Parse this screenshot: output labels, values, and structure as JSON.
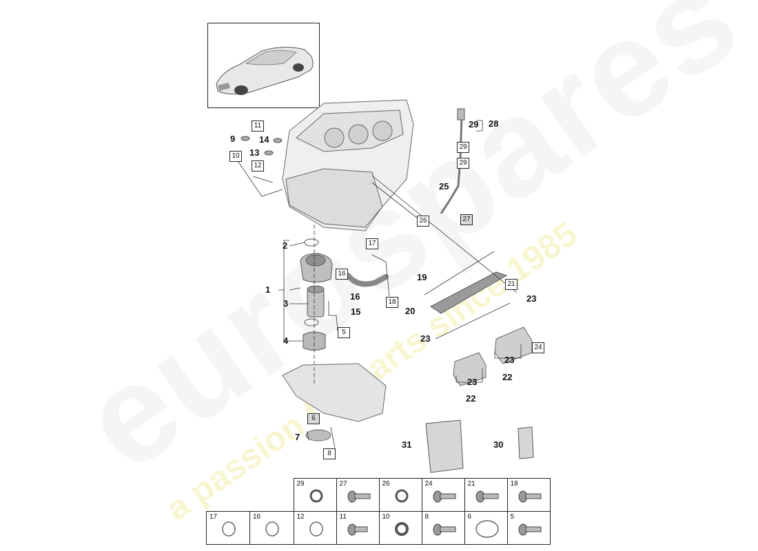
{
  "watermark": {
    "brand": "eurospares",
    "tagline": "a passion for parts since 1985"
  },
  "callouts": [
    {
      "id": "c1",
      "text": "1"
    },
    {
      "id": "c2",
      "text": "2"
    },
    {
      "id": "c3",
      "text": "3"
    },
    {
      "id": "c4",
      "text": "4"
    },
    {
      "id": "c7",
      "text": "7"
    },
    {
      "id": "c9",
      "text": "9"
    },
    {
      "id": "c13",
      "text": "13"
    },
    {
      "id": "c14",
      "text": "14"
    },
    {
      "id": "c15",
      "text": "15"
    },
    {
      "id": "c16",
      "text": "16"
    },
    {
      "id": "c19",
      "text": "19"
    },
    {
      "id": "c20",
      "text": "20"
    },
    {
      "id": "c22a",
      "text": "22"
    },
    {
      "id": "c22b",
      "text": "22"
    },
    {
      "id": "c23a",
      "text": "23"
    },
    {
      "id": "c23b",
      "text": "23"
    },
    {
      "id": "c23c",
      "text": "23"
    },
    {
      "id": "c23d",
      "text": "23"
    },
    {
      "id": "c25",
      "text": "25"
    },
    {
      "id": "c28",
      "text": "28"
    },
    {
      "id": "c29",
      "text": "29"
    },
    {
      "id": "c30",
      "text": "30"
    },
    {
      "id": "c31",
      "text": "31"
    }
  ],
  "boxed": [
    {
      "text": "11"
    },
    {
      "text": "10"
    },
    {
      "text": "12"
    },
    {
      "text": "29"
    },
    {
      "text": "29"
    },
    {
      "text": "17"
    },
    {
      "text": "16"
    },
    {
      "text": "18"
    },
    {
      "text": "5"
    },
    {
      "text": "26"
    },
    {
      "text": "27"
    },
    {
      "text": "21"
    },
    {
      "text": "24"
    },
    {
      "text": "6"
    },
    {
      "text": "8"
    }
  ],
  "parts_table": {
    "row1": [
      "29",
      "27",
      "26",
      "24",
      "21",
      "18"
    ],
    "row2": [
      "17",
      "16",
      "12",
      "11",
      "10",
      "8",
      "6",
      "5"
    ]
  }
}
